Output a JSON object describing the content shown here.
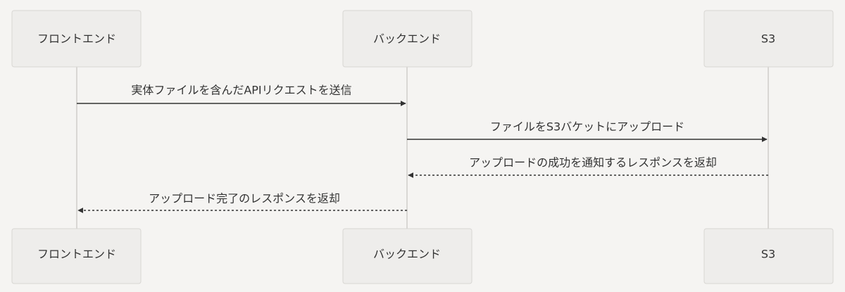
{
  "participants": [
    {
      "id": "frontend",
      "label": "フロントエンド"
    },
    {
      "id": "backend",
      "label": "バックエンド"
    },
    {
      "id": "s3",
      "label": "S3"
    }
  ],
  "messages": [
    {
      "from": "frontend",
      "to": "backend",
      "text": "実体ファイルを含んだAPIリクエストを送信",
      "style": "solid"
    },
    {
      "from": "backend",
      "to": "s3",
      "text": "ファイルをS3バケットにアップロード",
      "style": "solid"
    },
    {
      "from": "s3",
      "to": "backend",
      "text": "アップロードの成功を通知するレスポンスを返却",
      "style": "dashed"
    },
    {
      "from": "backend",
      "to": "frontend",
      "text": "アップロード完了のレスポンスを返却",
      "style": "dashed"
    }
  ]
}
